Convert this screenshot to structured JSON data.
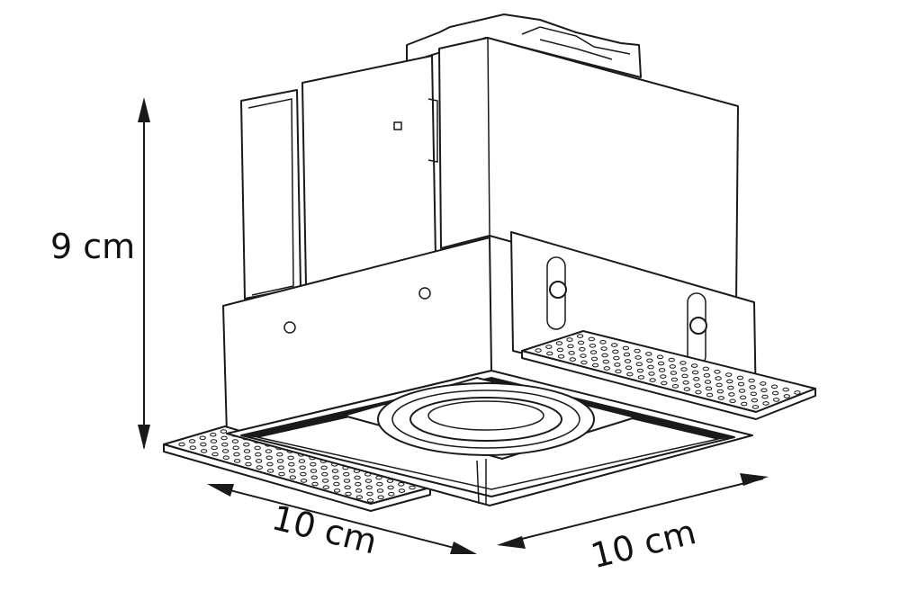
{
  "dimensions": {
    "height": "9 cm",
    "depth": "10 cm",
    "width": "10 cm"
  },
  "colors": {
    "line": "#1a1a1a",
    "background": "#ffffff"
  }
}
